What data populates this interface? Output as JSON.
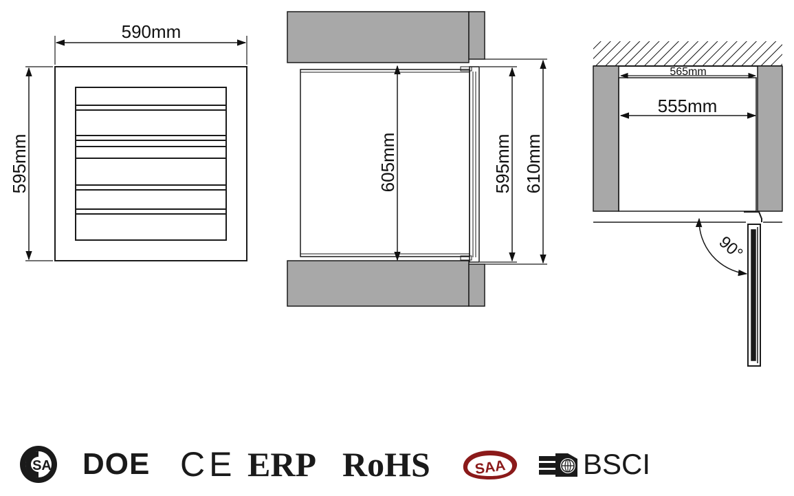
{
  "diagram": {
    "front": {
      "width_label": "590mm",
      "height_label": "595mm"
    },
    "side": {
      "depth_label": "605mm",
      "door_height_label": "595mm",
      "total_label": "610mm"
    },
    "top": {
      "outer_label": "565mm",
      "inner_label": "555mm",
      "angle_label": "90°"
    }
  },
  "certifications": [
    {
      "name": "CSA",
      "label": ""
    },
    {
      "name": "DOE",
      "label": "DOE"
    },
    {
      "name": "CE",
      "label": "CE"
    },
    {
      "name": "ERP",
      "label": "ERP"
    },
    {
      "name": "RoHS",
      "label": "RoHS"
    },
    {
      "name": "SAA",
      "label": "SAA"
    },
    {
      "name": "BSCI",
      "label": "BSCI"
    }
  ],
  "colors": {
    "wall": "#a8a8a8",
    "line": "#1a1a1a"
  }
}
